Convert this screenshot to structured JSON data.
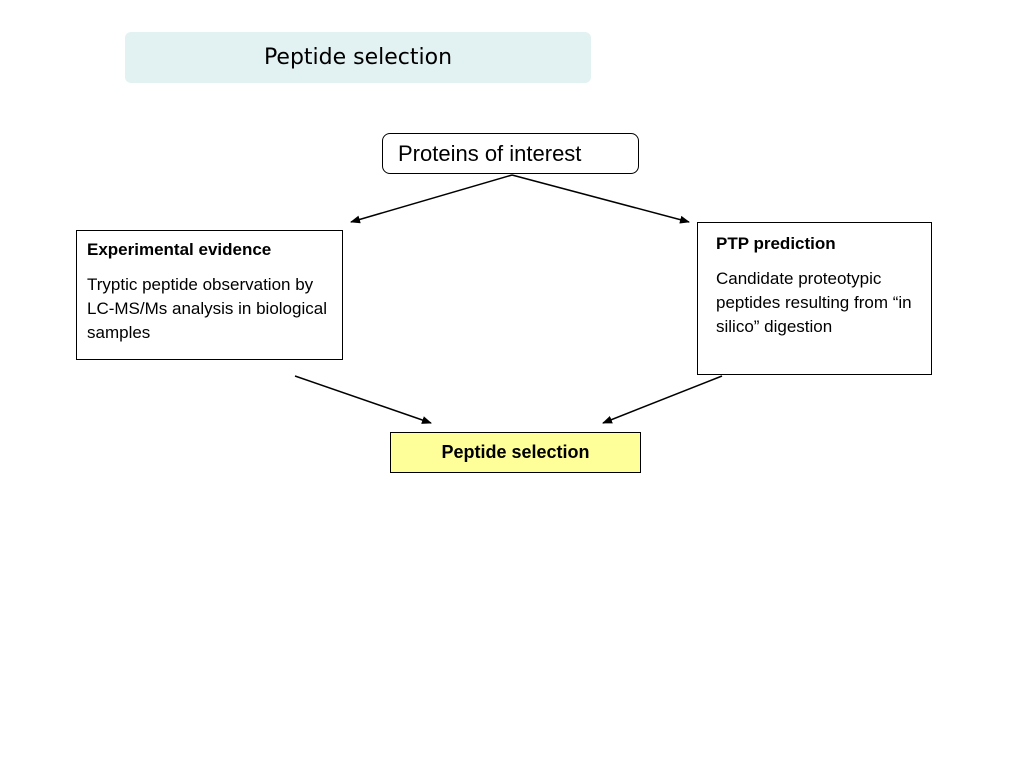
{
  "slide": {
    "title": "Peptide selection"
  },
  "diagram": {
    "proteins": {
      "label": "Proteins of interest"
    },
    "experimental": {
      "heading": "Experimental evidence",
      "body": "Tryptic peptide observation by LC-MS/Ms analysis in biological samples"
    },
    "ptp": {
      "heading": "PTP prediction",
      "body": "Candidate proteotypic peptides resulting from “in silico” digestion"
    },
    "selection": {
      "label": "Peptide selection",
      "fill_color": "#ffff99"
    },
    "arrows": [
      {
        "from": "proteins",
        "to": "experimental"
      },
      {
        "from": "proteins",
        "to": "ptp"
      },
      {
        "from": "experimental",
        "to": "selection"
      },
      {
        "from": "ptp",
        "to": "selection"
      }
    ]
  }
}
